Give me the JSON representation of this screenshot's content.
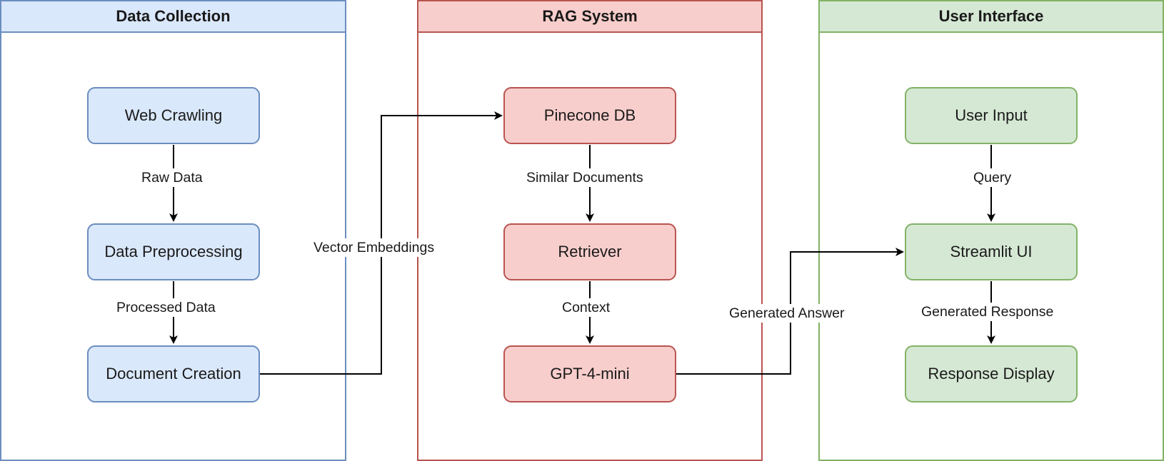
{
  "lanes": {
    "data_collection": "Data Collection",
    "rag_system": "RAG System",
    "user_interface": "User Interface"
  },
  "nodes": {
    "web_crawling": "Web Crawling",
    "data_preprocessing": "Data Preprocessing",
    "document_creation": "Document Creation",
    "pinecone_db": "Pinecone DB",
    "retriever": "Retriever",
    "gpt_4_mini": "GPT-4-mini",
    "user_input": "User Input",
    "streamlit_ui": "Streamlit UI",
    "response_display": "Response Display"
  },
  "edges": {
    "raw_data": "Raw Data",
    "processed_data": "Processed Data",
    "vector_embeddings": "Vector Embeddings",
    "similar_documents": "Similar Documents",
    "context": "Context",
    "generated_answer": "Generated Answer",
    "query": "Query",
    "generated_response": "Generated Response"
  },
  "colors": {
    "blue_fill": "#dae8fc",
    "blue_stroke": "#6c8ebf",
    "red_fill": "#f8cecc",
    "red_stroke": "#b85450",
    "green_fill": "#d5e8d4",
    "green_stroke": "#82b366"
  }
}
